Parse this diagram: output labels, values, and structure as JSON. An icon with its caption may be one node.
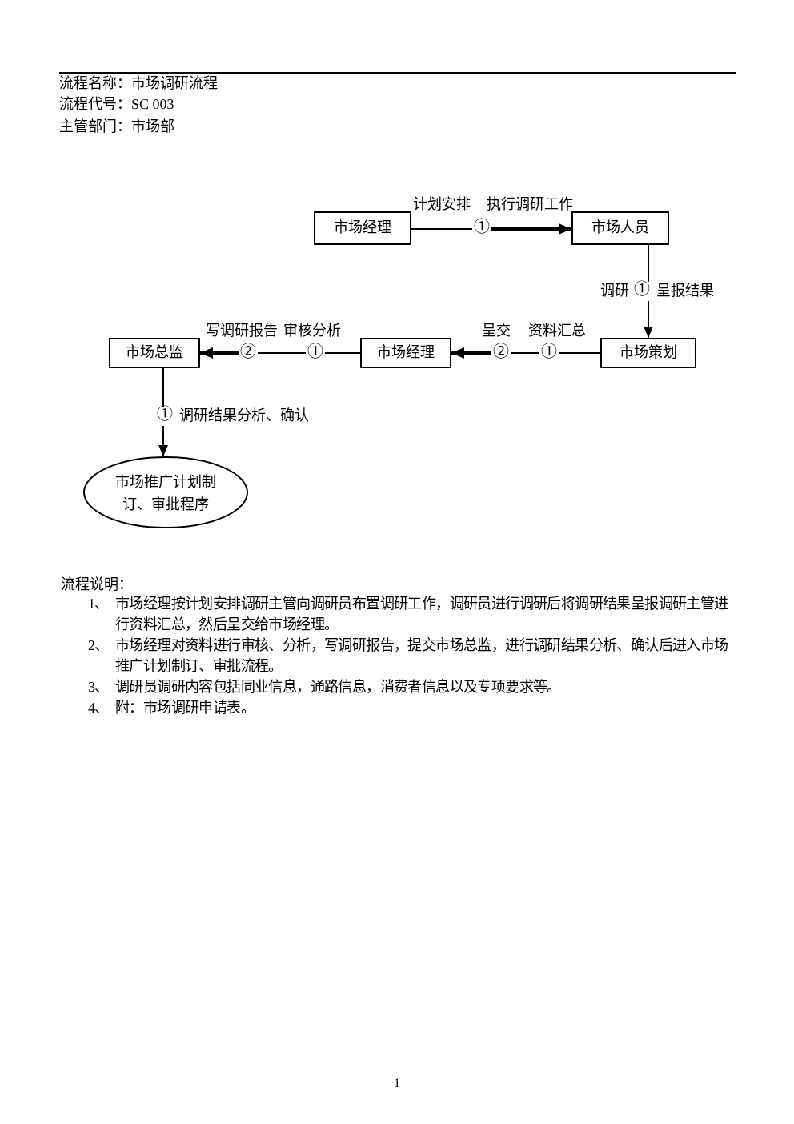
{
  "diagram": {
    "nodes": [
      {
        "text": [
          "市场经理"
        ]
      },
      {
        "text": [
          "①"
        ],
        "beside": [
          "计划安排",
          "执行调研工作"
        ]
      },
      {
        "text": [
          "市场人员"
        ]
      },
      {
        "text": [
          "①"
        ],
        "beside": [
          "调研",
          "呈报结果"
        ]
      },
      {
        "text": [
          "市场总监"
        ]
      },
      {
        "text": [
          "②"
        ],
        "beside": [
          "写调研报告"
        ]
      },
      {
        "text": [
          "①"
        ],
        "beside": [
          "审核分析"
        ]
      },
      {
        "text": [
          "市场经理"
        ]
      },
      {
        "text": [
          "②"
        ],
        "beside": [
          "呈交"
        ]
      },
      {
        "text": [
          "①"
        ],
        "beside": [
          "资料汇总"
        ]
      },
      {
        "text": [
          "市场策划"
        ]
      },
      {
        "text": [
          "①"
        ],
        "beside": [
          "调研结果分析、确认"
        ]
      },
      {
        "text": [
          "市场推广计划制订、审批程序"
        ]
      }
    ],
    "edges": [
      {
        "from": 0,
        "to": 1,
        "arrow": "none"
      },
      {
        "from": 1,
        "to": 2,
        "arrow": "to",
        "style": "thick"
      },
      {
        "from": 2,
        "to": 3,
        "arrow": "none"
      },
      {
        "from": 3,
        "to": 10,
        "arrow": "to"
      },
      {
        "from": 10,
        "to": 9,
        "arrow": "none"
      },
      {
        "from": 9,
        "to": 8,
        "arrow": "none"
      },
      {
        "from": 8,
        "to": 7,
        "arrow": "to",
        "style": "thick"
      },
      {
        "from": 7,
        "to": 6,
        "arrow": "none"
      },
      {
        "from": 6,
        "to": 5,
        "arrow": "none"
      },
      {
        "from": 5,
        "to": 4,
        "arrow": "to",
        "style": "thick"
      },
      {
        "from": 4,
        "to": 11,
        "arrow": "none"
      },
      {
        "from": 11,
        "to": 12,
        "arrow": "to"
      }
    ],
    "labels": [
      "流程名称：市场调研流程",
      "流程代号：SC 003",
      "主管部门：市场部",
      "流程说明：",
      "1、",
      "市场经理按计划安排调研主管向调研员布置调研工作，调研员进行调研后将调研结果呈报调研主管进行资料汇总，然后呈交给市场经理。",
      "2、",
      "市场经理对资料进行审核、分析，写调研报告，提交市场总监，进行调研结果分析、确认后进入市场推广计划制订、审批流程。",
      "3、",
      "调研员调研内容包括同业信息，通路信息，消费者信息以及专项要求等。",
      "4、",
      "附：市场调研申请表。",
      "1"
    ]
  }
}
